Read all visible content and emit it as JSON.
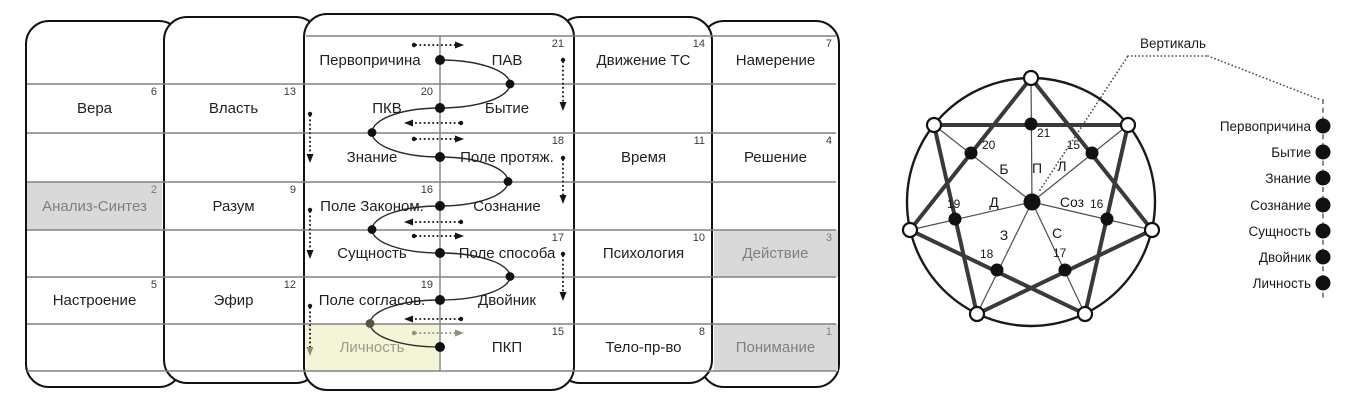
{
  "colors": {
    "ink": "#1a1a1a",
    "grid_gray": "#828282",
    "muted_cell_bg": "#d9d9d9",
    "muted_cell_text": "#7f7f7f",
    "highlight_cell_bg": "#f4f4d6"
  },
  "table": {
    "col1": [
      {
        "label": "Вера",
        "num": "6"
      },
      {
        "label": "Анализ-Синтез",
        "num": "2"
      },
      {
        "label": "Настроение",
        "num": "5"
      }
    ],
    "col2": [
      {
        "label": "Власть",
        "num": "13"
      },
      {
        "label": "Разум",
        "num": "9"
      },
      {
        "label": "Эфир",
        "num": "12"
      }
    ],
    "col3_left": [
      {
        "label": "Первопричина"
      },
      {
        "label": "ПКВ",
        "num": "20"
      },
      {
        "label": "Знание"
      },
      {
        "label": "Поле Законом.",
        "num": "16"
      },
      {
        "label": "Сущность"
      },
      {
        "label": "Поле согласов.",
        "num": "19"
      },
      {
        "label": "Личность"
      }
    ],
    "col3_right": [
      {
        "label": "ПАВ",
        "num": "21"
      },
      {
        "label": "Бытие"
      },
      {
        "label": "Поле протяж.",
        "num": "18"
      },
      {
        "label": "Сознание"
      },
      {
        "label": "Поле способа",
        "num": "17"
      },
      {
        "label": "Двойник"
      },
      {
        "label": "ПКП",
        "num": "15"
      }
    ],
    "col4": [
      {
        "label": "Движение ТС",
        "num": "14"
      },
      {
        "label": "Время",
        "num": "11"
      },
      {
        "label": "Психология",
        "num": "10"
      },
      {
        "label": "Тело-пр-во",
        "num": "8"
      }
    ],
    "col5": [
      {
        "label": "Намерение",
        "num": "7"
      },
      {
        "label": "Решение",
        "num": "4"
      },
      {
        "label": "Действие",
        "num": "3"
      },
      {
        "label": "Понимание",
        "num": "1"
      }
    ]
  },
  "circle": {
    "pointer_label": "Вертикаль",
    "spoke_numbers": [
      "21",
      "20",
      "15",
      "19",
      "16",
      "18",
      "17"
    ],
    "letters": [
      "Б",
      "П",
      "Л",
      "Д",
      "Соз",
      "З",
      "С"
    ],
    "list": [
      "Первопричина",
      "Бытие",
      "Знание",
      "Сознание",
      "Сущность",
      "Двойник",
      "Личность"
    ]
  }
}
